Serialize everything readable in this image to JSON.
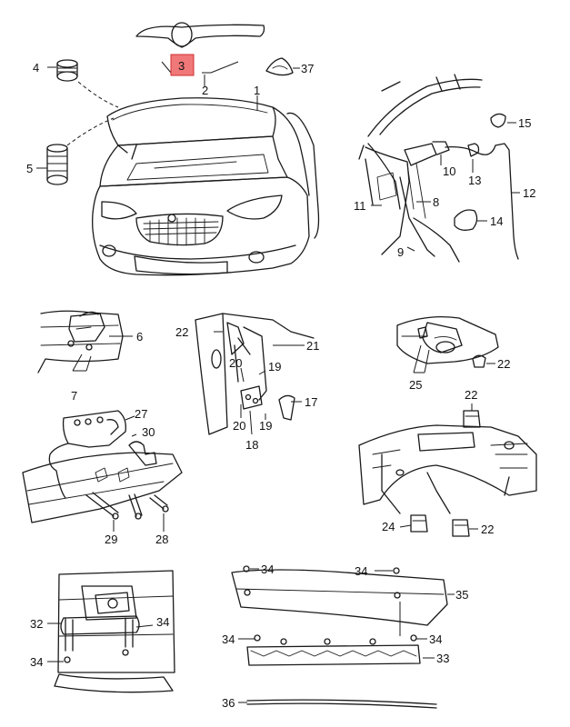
{
  "highlight_color": "#f07878",
  "line_color": "#1a1a1a",
  "callouts": {
    "c1": "1",
    "c2": "2",
    "c3": "3",
    "c4": "4",
    "c5": "5",
    "c6": "6",
    "c7": "7",
    "c8": "8",
    "c9": "9",
    "c10": "10",
    "c11": "11",
    "c12": "12",
    "c13": "13",
    "c14": "14",
    "c15": "15",
    "c17": "17",
    "c18": "18",
    "c19": "19",
    "c20": "20",
    "c21": "21",
    "c22": "22",
    "c24": "24",
    "c25": "25",
    "c27": "27",
    "c28": "28",
    "c29": "29",
    "c30": "30",
    "c32": "32",
    "c33": "33",
    "c34": "34",
    "c35": "35",
    "c36": "36",
    "c37": "37"
  },
  "highlighted_callout": "3"
}
